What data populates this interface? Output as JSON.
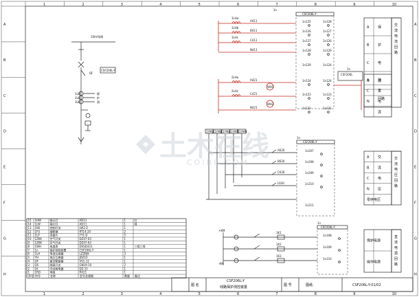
{
  "frame": {
    "col_numbers": [
      "1",
      "2",
      "3",
      "4",
      "5",
      "6",
      "7",
      "8",
      "9",
      "10"
    ],
    "row_letters": [
      "A",
      "B",
      "C",
      "D",
      "E",
      "F",
      "G",
      "H"
    ]
  },
  "left_diagram": {
    "bus_label": "10kV母线",
    "breaker_label": "QF",
    "relay_box": "CSF206L-Y",
    "ct_labels": [
      "1LH",
      "2LH",
      "3LH"
    ],
    "protect_labels": [
      "保",
      "护",
      "测"
    ]
  },
  "current_circuit": {
    "header": "1n",
    "module": "CSF206L-Y",
    "ct_labels": [
      "1LHa",
      "1LHb",
      "1LHc"
    ],
    "phase_labels": [
      "A411",
      "B411",
      "C411",
      "N411"
    ],
    "ct2_labels": [
      "2LHa",
      "2LHc"
    ],
    "phase2_labels": [
      "A421",
      "C421",
      "N421"
    ],
    "meter_labels": [
      "WH1",
      "WH2"
    ],
    "terminal_labels": [
      "1n125",
      "1n126",
      "1n127",
      "1n128",
      "1n129",
      "1n124",
      "1n123",
      "1n122"
    ],
    "right_terminal_labels": [
      "1n128",
      "1n127",
      "1n126",
      "1n129",
      "1n124",
      "1n123",
      "1n122"
    ],
    "meter_block": {
      "title": "1n",
      "sub": "CSF206L"
    }
  },
  "voltage_circuit": {
    "header": "1n",
    "module": "CSF206L-Y",
    "bus_labels": [
      "1YMa",
      "1YMb",
      "1YMc",
      "1YMN",
      "1YMN"
    ],
    "left_labels": [
      "A630",
      "B630",
      "C630",
      "L630"
    ],
    "right_labels": [
      "1n207",
      "1n208",
      "1n209",
      "1n210",
      "1n211"
    ]
  },
  "control_circuit": {
    "header": "1n",
    "module": "CSF206L-Y",
    "bus_labels": [
      "+KM",
      "-KM"
    ],
    "rows": [
      "1K1",
      "1K2",
      "1K3"
    ],
    "right_labels": [
      "1n108",
      "1n109",
      "1n110"
    ]
  },
  "right_tables": [
    {
      "rows": [
        [
          "A",
          "保"
        ],
        [
          "B",
          "护"
        ],
        [
          "C",
          "电"
        ],
        [
          "N",
          "流"
        ],
        [
          "",
          "回路"
        ]
      ],
      "side": "交流电流回路"
    },
    {
      "rows": [
        [
          "A",
          "测"
        ],
        [
          "C",
          "量"
        ],
        [
          "N",
          "电"
        ],
        [
          "",
          "流"
        ]
      ],
      "side": ""
    },
    {
      "rows": [
        [
          "A",
          "交"
        ],
        [
          "B",
          "流"
        ],
        [
          "C",
          "电"
        ],
        [
          "N",
          "压"
        ],
        [
          "零序电压",
          ""
        ]
      ],
      "side": "交流电压回路"
    },
    {
      "rows": [
        [
          "保护电源",
          ""
        ],
        [
          "操作电源",
          ""
        ]
      ],
      "side": "直流电源回路"
    }
  ],
  "parts_table": {
    "rows": [
      [
        "15",
        "1HW",
        "指示灯",
        "AD11",
        "1",
        "红"
      ],
      [
        "14",
        "1LW",
        "指示灯",
        "AD11",
        "1",
        "绿"
      ],
      [
        "13",
        "1KK",
        "控制开关",
        "LW2-Z",
        "1",
        ""
      ],
      [
        "12",
        "1FU",
        "熔断器",
        "RT14-20",
        "2",
        ""
      ],
      [
        "11",
        "1LP",
        "连接片",
        "YY1-D",
        "5",
        ""
      ],
      [
        "10",
        "1ZKK",
        "空气开关",
        "DZ47-63",
        "1",
        ""
      ],
      [
        "9",
        "1ZKK",
        "空气开关",
        "DZ47-63",
        "1",
        ""
      ],
      [
        "8",
        "1WH",
        "电度表",
        "DSSD331",
        "1",
        "三相三线"
      ],
      [
        "7",
        "1n",
        "保护测控装置",
        "CSF206L-Y",
        "1",
        ""
      ],
      [
        "6",
        "1LH",
        "电流互感器",
        "LZZBJ9",
        "3",
        ""
      ],
      [
        "5",
        "YH",
        "电压互感器",
        "JDZ10",
        "1",
        ""
      ],
      [
        "4",
        "QF",
        "真空断路器",
        "VS1-12",
        "1",
        ""
      ],
      [
        "3",
        "QS",
        "隔离开关",
        "GN19-10",
        "2",
        ""
      ],
      [
        "2",
        "1K",
        "中间继电器",
        "DZ-15",
        "1",
        ""
      ],
      [
        "1",
        "1RD",
        "电阻",
        "RX21",
        "1",
        ""
      ]
    ],
    "header": [
      "序号",
      "符号",
      "名称",
      "型号及规格",
      "数量",
      "备注"
    ]
  },
  "title_block": {
    "name_label": "图 名",
    "title_line1": "CSF206L-Y",
    "title_line2": "线路保护测控装置",
    "figno_label": "图 号",
    "figno_prefix": "图纸:",
    "figno": "CSF206L-Y-01/02"
  },
  "watermark": {
    "text": "土木在线",
    "sub": "COIBB.COM"
  }
}
